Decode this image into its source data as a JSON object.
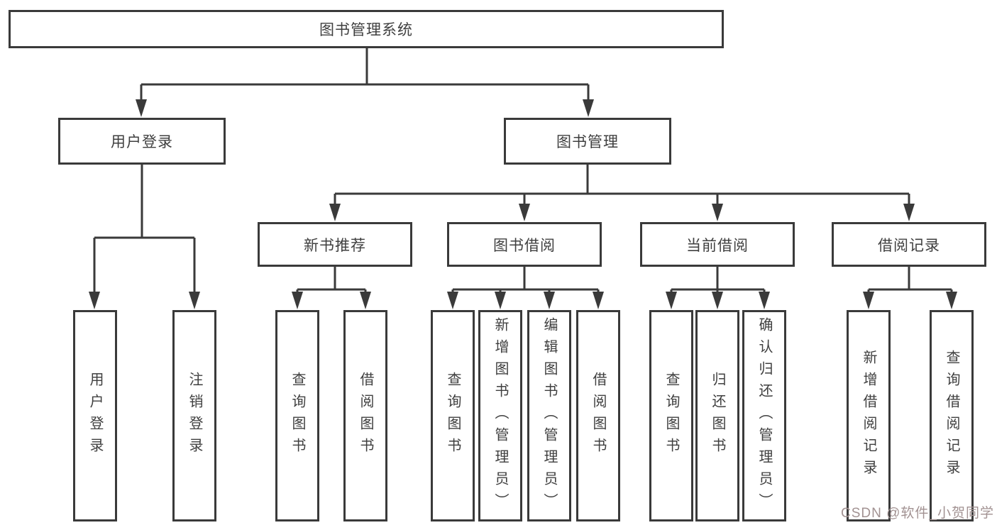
{
  "diagram": {
    "root": {
      "label": "图书管理系统"
    },
    "level2": [
      {
        "label": "用户登录"
      },
      {
        "label": "图书管理"
      }
    ],
    "level3": [
      {
        "label": "新书推荐",
        "parent": "图书管理"
      },
      {
        "label": "图书借阅",
        "parent": "图书管理"
      },
      {
        "label": "当前借阅",
        "parent": "图书管理"
      },
      {
        "label": "借阅记录",
        "parent": "图书管理"
      }
    ],
    "leaves": [
      {
        "label": "用户登录",
        "parent": "用户登录"
      },
      {
        "label": "注销登录",
        "parent": "用户登录"
      },
      {
        "label": "查询图书",
        "parent": "新书推荐"
      },
      {
        "label": "借阅图书",
        "parent": "新书推荐"
      },
      {
        "label": "查询图书",
        "parent": "图书借阅"
      },
      {
        "label": "新增图书（管理员）",
        "parent": "图书借阅"
      },
      {
        "label": "编辑图书（管理员）",
        "parent": "图书借阅"
      },
      {
        "label": "借阅图书",
        "parent": "图书借阅"
      },
      {
        "label": "查询图书",
        "parent": "当前借阅"
      },
      {
        "label": "归还图书",
        "parent": "当前借阅"
      },
      {
        "label": "确认归还（管理员）",
        "parent": "当前借阅"
      },
      {
        "label": "新增借阅记录",
        "parent": "借阅记录"
      },
      {
        "label": "查询借阅记录",
        "parent": "借阅记录"
      }
    ],
    "watermark": {
      "text": "CSDN @软件_小贺同学",
      "color": "#a29292"
    },
    "colors": {
      "border": "#3a3a3a",
      "text": "#3f3f3f",
      "background": "#ffffff"
    }
  }
}
